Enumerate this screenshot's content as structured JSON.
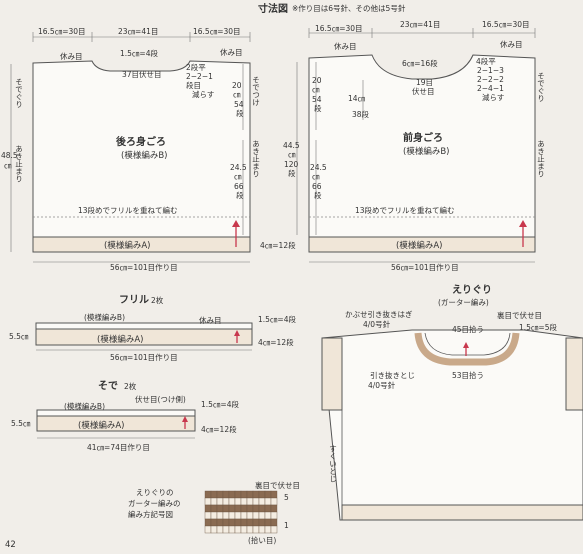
{
  "header": {
    "title": "寸法図",
    "note": "※作り目は6号針、その他は5号針"
  },
  "back": {
    "top_left": "16.5㎝=30目",
    "top_mid": "23㎝=41目",
    "top_right": "16.5㎝=30目",
    "yasumime_l": "休み目",
    "yasumime_r": "休み目",
    "neck_h": "1.5㎝=4段",
    "neck_fuse": "37目伏せ目",
    "neck_dec1": "2段平",
    "neck_dec2": "2−2−1",
    "neck_dec3": "減らす",
    "neck_dec4": "段目",
    "right_h1": "20",
    "right_h2": "㎝",
    "right_h3": "54",
    "right_h4": "段",
    "sodetsuke": "そでつけ",
    "sodeguri": "そでぐり",
    "left_total1": "48.5",
    "left_total2": "㎝",
    "akidomari": "あき止まり",
    "title": "後ろ身ごろ",
    "subtitle": "(模様編みB)",
    "side1": "24.5",
    "side2": "㎝",
    "side3": "66",
    "side4": "段",
    "frill_note": "13段めでフリルを重ねて編む",
    "band": "(模様編みA)",
    "band_h": "4㎝=12段",
    "bottom": "56㎝=101目作り目"
  },
  "front": {
    "top_left": "16.5㎝=30目",
    "top_mid": "23㎝=41目",
    "top_right": "16.5㎝=30目",
    "yasumime_l": "休み目",
    "yasumime_r": "休み目",
    "neck_h": "6㎝=16段",
    "neck_fuse1": "19目",
    "neck_fuse2": "伏せ目",
    "neck_dec1": "4段平",
    "neck_dec2": "2−1−3",
    "neck_dec3": "2−2−2",
    "neck_dec4": "2−4−1",
    "neck_dec5": "減らす",
    "left_h1": "20",
    "left_h2": "㎝",
    "left_h3": "54",
    "left_h4": "段",
    "mid1": "14㎝",
    "mid2": "38段",
    "total1": "44.5",
    "total2": "㎝",
    "total3": "120",
    "total4": "段",
    "sodeguri": "そでぐり",
    "akidomari": "あき止まり",
    "title": "前身ごろ",
    "subtitle": "(模様編みB)",
    "side1": "24.5",
    "side2": "㎝",
    "side3": "66",
    "side4": "段",
    "frill_note": "13段めでフリルを重ねて編む",
    "band": "(模様編みA)",
    "bottom": "56㎝=101目作り目"
  },
  "frill": {
    "title": "フリル",
    "count": "2枚",
    "pattern_b": "(模様編みB)",
    "pattern_a": "(模様編みA)",
    "yasumime": "休み目",
    "h_left": "5.5㎝",
    "h_top": "1.5㎝=4段",
    "h_bottom": "4㎝=12段",
    "bottom": "56㎝=101目作り目"
  },
  "sleeve": {
    "title": "そで",
    "count": "2枚",
    "fuse": "伏せ目(つけ側)",
    "pattern_b": "(模様編みB)",
    "pattern_a": "(模様編みA)",
    "h_left": "5.5㎝",
    "h_top": "1.5㎝=4段",
    "h_bottom": "4㎝=12段",
    "bottom": "41㎝=74目作り目"
  },
  "neckband": {
    "title": "えりぐり",
    "subtitle": "(ガーター編み)",
    "kabuse1": "かぶせ引き抜きはぎ",
    "kabuse2": "4/0号針",
    "fuse_note": "裏目で伏せ目",
    "back_pick": "45目拾う",
    "band_h": "1.5㎝=5段",
    "front_pick": "53目拾う",
    "hikinuki1": "引き抜きとじ",
    "hikinuki2": "4/0号針",
    "sukui": "すくいとじ"
  },
  "symbol_chart": {
    "title1": "えりぐりの",
    "title2": "ガーター編みの",
    "title3": "編み方記号図",
    "fuse_note": "裏目で伏せ目",
    "row5": "5",
    "row1": "1",
    "pick": "(拾い目)"
  },
  "page_number": "42",
  "colors": {
    "arrow": "#c8384d",
    "band": "#f0e6d8",
    "paper": "#f1eee9"
  }
}
